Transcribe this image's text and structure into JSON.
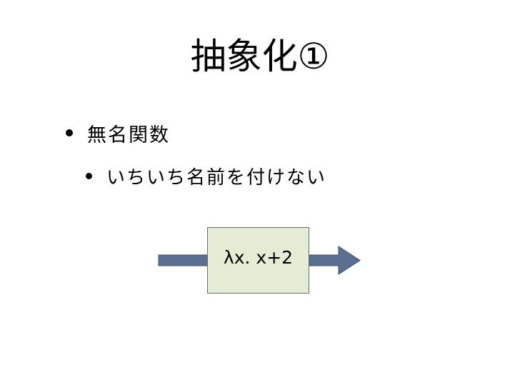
{
  "slide": {
    "title": "抽象化①",
    "bullet_1": "無名関数",
    "bullet_2": "いちいち名前を付けない",
    "function_box_label": "λx. x+2"
  },
  "colors": {
    "arrow_fill": "#5b7091",
    "arrow_stroke": "#3f4f66",
    "box_fill": "#e4ecd6",
    "box_border": "#6b6b6b"
  }
}
